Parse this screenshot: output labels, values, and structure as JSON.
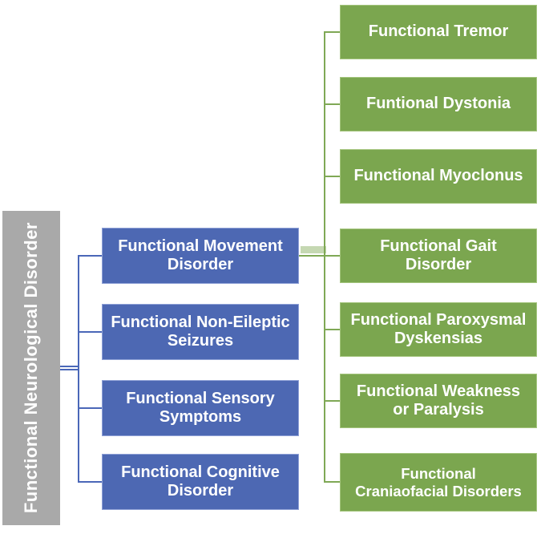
{
  "figure": {
    "title": "Functional Neurological Disorder hierarchy diagram",
    "root": {
      "label": "Functional Neurological Disorder"
    },
    "level2": {
      "items": [
        {
          "label": "Functional Movement\nDisorder"
        },
        {
          "label": "Functional Non-Eileptic\nSeizures"
        },
        {
          "label": "Functional Sensory\nSymptoms"
        },
        {
          "label": "Functional Cognitive\nDisorder"
        }
      ]
    },
    "level3": {
      "items": [
        {
          "label": "Functional Tremor"
        },
        {
          "label": "Funtional Dystonia"
        },
        {
          "label": "Functional Myoclonus"
        },
        {
          "label": "Functional Gait\nDisorder"
        },
        {
          "label": "Functional Paroxysmal\nDyskensias"
        },
        {
          "label": "Functional Weakness\nor Paralysis"
        },
        {
          "label": "Functional\nCraniaofacial Disorders"
        }
      ]
    },
    "colors": {
      "root_fill": "#a9a9a9",
      "level2_fill": "#4d68b3",
      "level3_fill": "#7ba64f",
      "blue_connector": "#4a67b8",
      "green_connector": "#7fa855",
      "text": "#ffffff",
      "background": "#ffffff"
    }
  }
}
